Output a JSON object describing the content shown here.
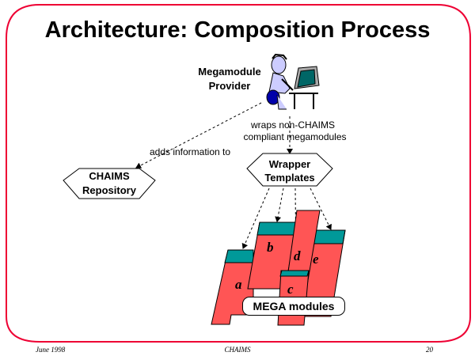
{
  "slide": {
    "title": "Architecture: Composition Process",
    "frame_color": "#ee0033"
  },
  "nodes": {
    "provider": {
      "line1": "Megamodule",
      "line2": "Provider",
      "icon": "person-at-computer-icon"
    },
    "repository": {
      "line1": "CHAIMS",
      "line2": "Repository"
    },
    "wrapper": {
      "line1": "Wrapper",
      "line2": "Templates"
    },
    "modules_label": "MEGA modules"
  },
  "edges": {
    "adds": "adds information to",
    "wraps_line1": "wraps non-CHAIMS",
    "wraps_line2": "compliant megamodules"
  },
  "modules": [
    {
      "label": "a"
    },
    {
      "label": "b"
    },
    {
      "label": "c"
    },
    {
      "label": "d"
    },
    {
      "label": "e"
    }
  ],
  "colors": {
    "module_body": "#ff5555",
    "module_header": "#009999",
    "outline": "#000000"
  },
  "footer": {
    "date": "June 1998",
    "center": "CHAIMS",
    "page": "20"
  }
}
